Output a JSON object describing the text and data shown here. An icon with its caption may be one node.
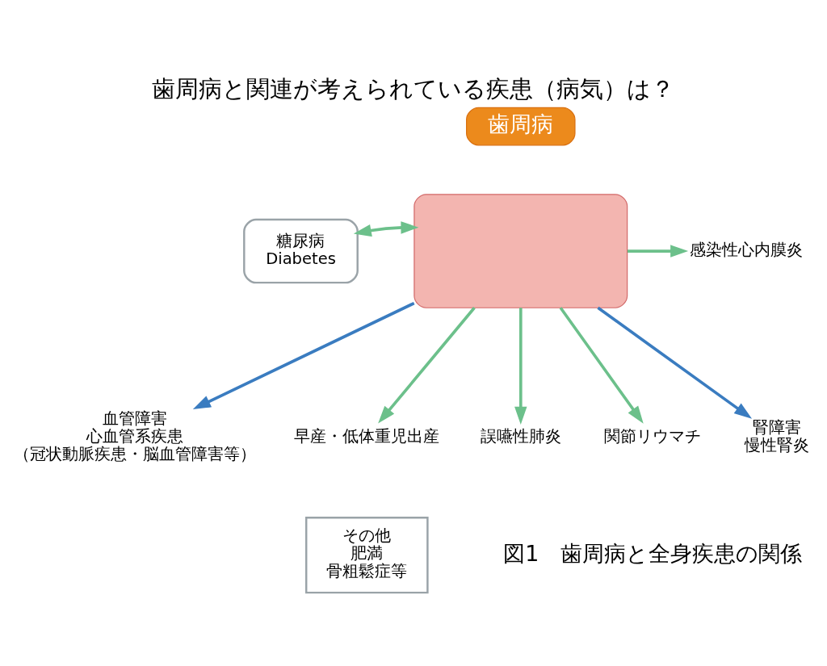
{
  "diagram": {
    "title": "歯周病と関連が考えられている疾患（病気）は？",
    "caption": "図1　歯周病と全身疾患の関係",
    "nodes": [
      {
        "text": [
          "糖尿病",
          "Diabetes"
        ]
      },
      {
        "text": [
          "歯周病"
        ]
      },
      {
        "text": [],
        "shape": "box"
      },
      {
        "text": [
          "感染性心内膜炎"
        ]
      },
      {
        "text": [
          "血管障害",
          "心血管系疾患",
          "（冠状動脈疾患・脳血管障害等）"
        ]
      },
      {
        "text": [
          "早産・低体重児出産"
        ]
      },
      {
        "text": [
          "誤嚥性肺炎"
        ]
      },
      {
        "text": [
          "関節リウマチ"
        ]
      },
      {
        "text": [
          "腎障害",
          "慢性腎炎"
        ]
      },
      {
        "text": [
          "その他",
          "肥満",
          "骨粗鬆症等"
        ]
      }
    ],
    "edges": [
      {
        "from": 2,
        "to": 0,
        "arrow": "both"
      },
      {
        "from": 2,
        "to": 3,
        "arrow": "to"
      },
      {
        "from": 2,
        "to": 4,
        "arrow": "to",
        "color": "#3a7cc0"
      },
      {
        "from": 2,
        "to": 6,
        "arrow": "to"
      },
      {
        "from": 2,
        "to": 7,
        "arrow": "to"
      },
      {
        "from": 2,
        "to": 8,
        "arrow": "to",
        "color": "#3a7cc0"
      },
      {
        "from": 2,
        "to": 5,
        "arrow": "to"
      }
    ]
  }
}
